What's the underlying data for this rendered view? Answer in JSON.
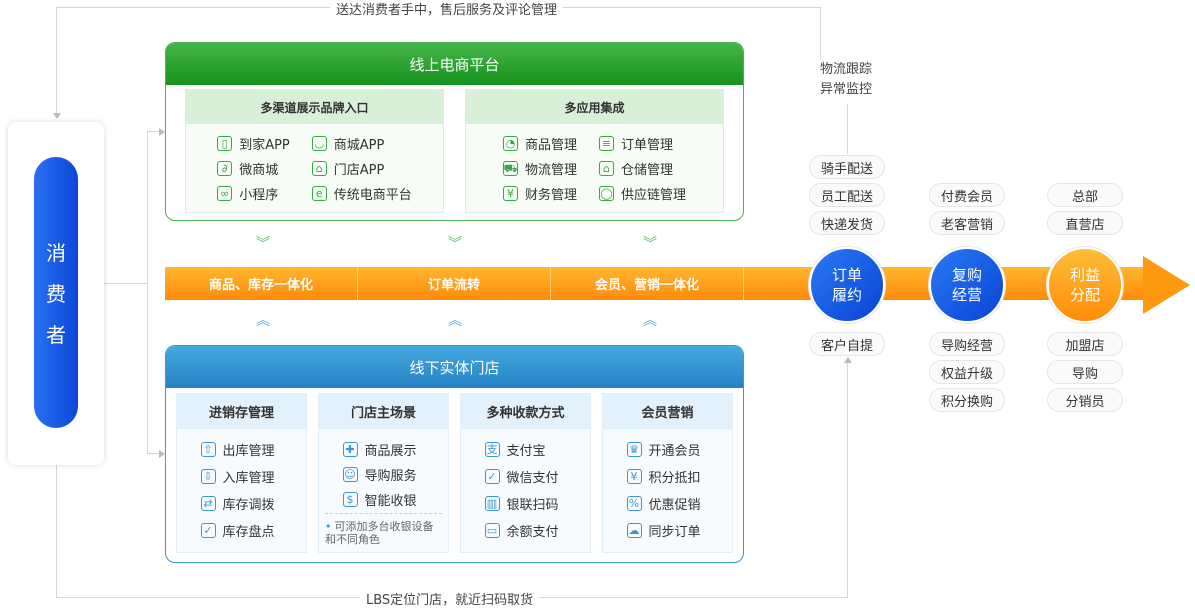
{
  "top_note": "送达消费者手中，售后服务及评论管理",
  "bottom_note": "LBS定位门店，就近扫码取货",
  "consumer": [
    "消",
    "费",
    "者"
  ],
  "online": {
    "title": "线上电商平台",
    "channels": {
      "title": "多渠道展示品牌入口",
      "items": [
        {
          "label": "到家APP",
          "icon": "phone-icon",
          "glyph": "▯"
        },
        {
          "label": "商城APP",
          "icon": "shopping-bag-icon",
          "glyph": "◡"
        },
        {
          "label": "微商城",
          "icon": "mini-link-icon",
          "glyph": "∂"
        },
        {
          "label": "门店APP",
          "icon": "store-icon",
          "glyph": "⌂"
        },
        {
          "label": "小程序",
          "icon": "wechat-icon",
          "glyph": "∞"
        },
        {
          "label": "传统电商平台",
          "icon": "bag-e-icon",
          "glyph": "e"
        }
      ]
    },
    "apps": {
      "title": "多应用集成",
      "items": [
        {
          "label": "商品管理",
          "icon": "goods-bag-icon",
          "glyph": "◔"
        },
        {
          "label": "订单管理",
          "icon": "order-doc-icon",
          "glyph": "≡"
        },
        {
          "label": "物流管理",
          "icon": "truck-icon",
          "glyph": "⛟"
        },
        {
          "label": "仓储管理",
          "icon": "warehouse-icon",
          "glyph": "⌂"
        },
        {
          "label": "财务管理",
          "icon": "finance-icon",
          "glyph": "¥"
        },
        {
          "label": "供应链管理",
          "icon": "supply-chain-icon",
          "glyph": "◯"
        }
      ]
    }
  },
  "flow_bar": [
    "商品、库存一体化",
    "订单流转",
    "会员、营销一体化"
  ],
  "offline": {
    "title": "线下实体门店",
    "columns": [
      {
        "title": "进销存管理",
        "items": [
          {
            "label": "出库管理",
            "icon": "outbound-icon",
            "glyph": "⇧"
          },
          {
            "label": "入库管理",
            "icon": "inbound-icon",
            "glyph": "⇩"
          },
          {
            "label": "库存调拨",
            "icon": "transfer-icon",
            "glyph": "⇄"
          },
          {
            "label": "库存盘点",
            "icon": "inventory-check-icon",
            "glyph": "✓"
          }
        ]
      },
      {
        "title": "门店主场景",
        "items": [
          {
            "label": "商品展示",
            "icon": "gift-icon",
            "glyph": "✚"
          },
          {
            "label": "导购服务",
            "icon": "guide-icon",
            "glyph": "☺"
          },
          {
            "label": "智能收银",
            "icon": "cashier-icon",
            "glyph": "$"
          }
        ],
        "tip": "可添加多台收银设备和不同角色"
      },
      {
        "title": "多种收款方式",
        "items": [
          {
            "label": "支付宝",
            "icon": "alipay-icon",
            "glyph": "支"
          },
          {
            "label": "微信支付",
            "icon": "wechat-pay-icon",
            "glyph": "✓"
          },
          {
            "label": "银联扫码",
            "icon": "barcode-icon",
            "glyph": "▥"
          },
          {
            "label": "余额支付",
            "icon": "wallet-icon",
            "glyph": "▭"
          }
        ]
      },
      {
        "title": "会员营销",
        "items": [
          {
            "label": "开通会员",
            "icon": "crown-icon",
            "glyph": "♛"
          },
          {
            "label": "积分抵扣",
            "icon": "coupon-icon",
            "glyph": "¥"
          },
          {
            "label": "优惠促销",
            "icon": "tag-icon",
            "glyph": "%"
          },
          {
            "label": "同步订单",
            "icon": "cloud-sync-icon",
            "glyph": "☁"
          }
        ]
      }
    ]
  },
  "logistics_note": [
    "物流跟踪",
    "异常监控"
  ],
  "stages": [
    {
      "lines": [
        "订单",
        "履约"
      ],
      "color": "#1a5ee6",
      "above": [
        "骑手配送",
        "员工配送",
        "快递发货"
      ],
      "below": [
        "客户自提"
      ]
    },
    {
      "lines": [
        "复购",
        "经营"
      ],
      "color": "#1a5ee6",
      "above": [
        "付费会员",
        "老客营销"
      ],
      "below": [
        "导购经营",
        "权益升级",
        "积分换购"
      ]
    },
    {
      "lines": [
        "利益",
        "分配"
      ],
      "color": "#ff9a10",
      "above": [
        "总部",
        "直营店"
      ],
      "below": [
        "加盟店",
        "导购",
        "分销员"
      ]
    }
  ]
}
